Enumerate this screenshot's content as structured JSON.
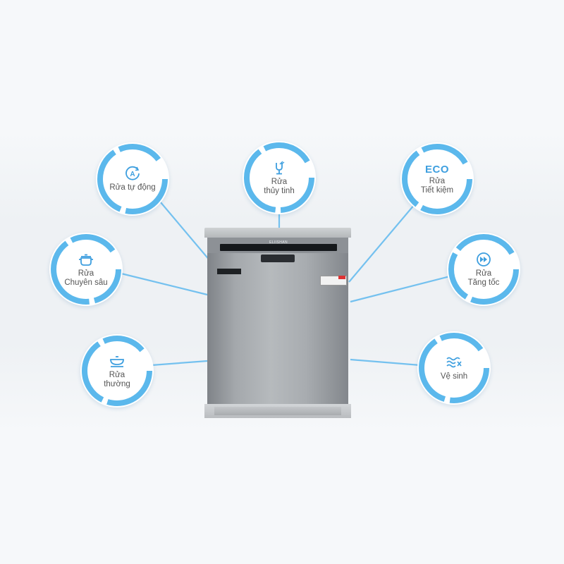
{
  "accent_color": "#5bb8ec",
  "line_color": "#74c1ef",
  "product": {
    "brand": "ELIISHAN"
  },
  "features": [
    {
      "id": "auto",
      "icon": "auto-wash-icon",
      "label": "Rửa tự động"
    },
    {
      "id": "glass",
      "icon": "glass-wash-icon",
      "label": "Rửa\nthủy tinh"
    },
    {
      "id": "eco",
      "icon": "eco-icon",
      "icon_text": "ECO",
      "label": "Rửa\nTiết kiệm"
    },
    {
      "id": "intensive",
      "icon": "pot-icon",
      "label": "Rửa\nChuyên sâu"
    },
    {
      "id": "rapid",
      "icon": "fast-forward-icon",
      "label": "Rửa\nTăng tốc"
    },
    {
      "id": "normal",
      "icon": "bowl-icon",
      "label": "Rửa\nthường"
    },
    {
      "id": "hygiene",
      "icon": "hygiene-waves-icon",
      "label": "Vệ sinh"
    }
  ]
}
